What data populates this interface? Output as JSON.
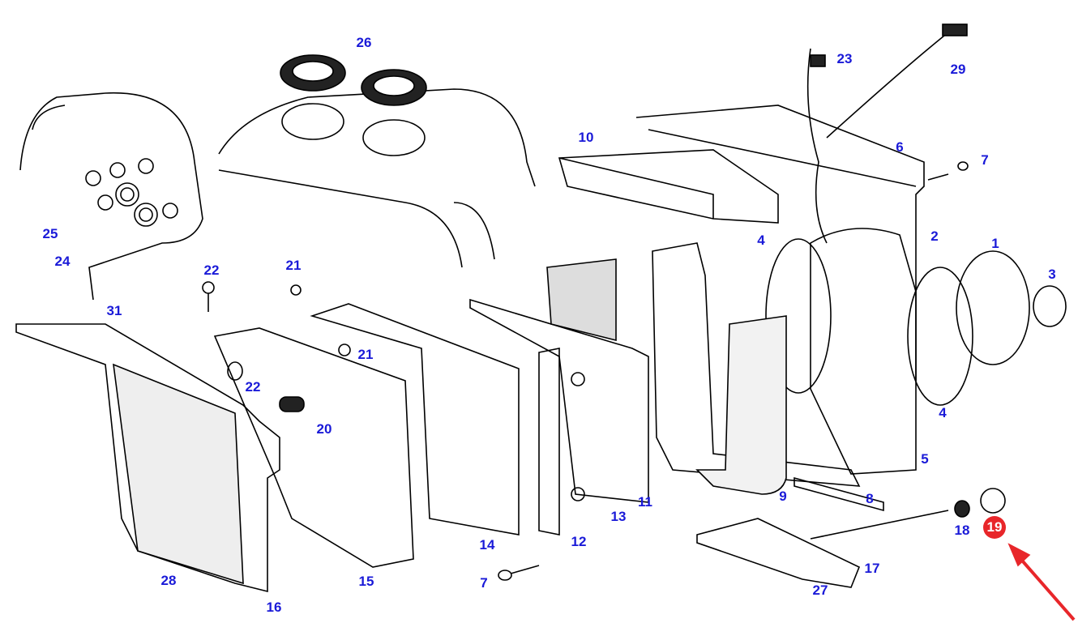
{
  "callouts": [
    {
      "text": "26"
    },
    {
      "text": "23"
    },
    {
      "text": "29"
    },
    {
      "text": "10"
    },
    {
      "text": "6"
    },
    {
      "text": "7"
    },
    {
      "text": "25"
    },
    {
      "text": "24"
    },
    {
      "text": "4"
    },
    {
      "text": "2"
    },
    {
      "text": "1"
    },
    {
      "text": "3"
    },
    {
      "text": "22"
    },
    {
      "text": "21"
    },
    {
      "text": "31"
    },
    {
      "text": "21"
    },
    {
      "text": "22"
    },
    {
      "text": "20"
    },
    {
      "text": "4"
    },
    {
      "text": "5"
    },
    {
      "text": "9"
    },
    {
      "text": "8"
    },
    {
      "text": "11"
    },
    {
      "text": "13"
    },
    {
      "text": "14"
    },
    {
      "text": "12"
    },
    {
      "text": "18"
    },
    {
      "text": "17"
    },
    {
      "text": "15"
    },
    {
      "text": "28"
    },
    {
      "text": "7"
    },
    {
      "text": "27"
    },
    {
      "text": "16"
    }
  ],
  "highlight": {
    "text": "19",
    "color": "#e8262a"
  },
  "colors": {
    "callout": "#1a1ad8",
    "arrow": "#e8262a",
    "lines": "#000000"
  }
}
